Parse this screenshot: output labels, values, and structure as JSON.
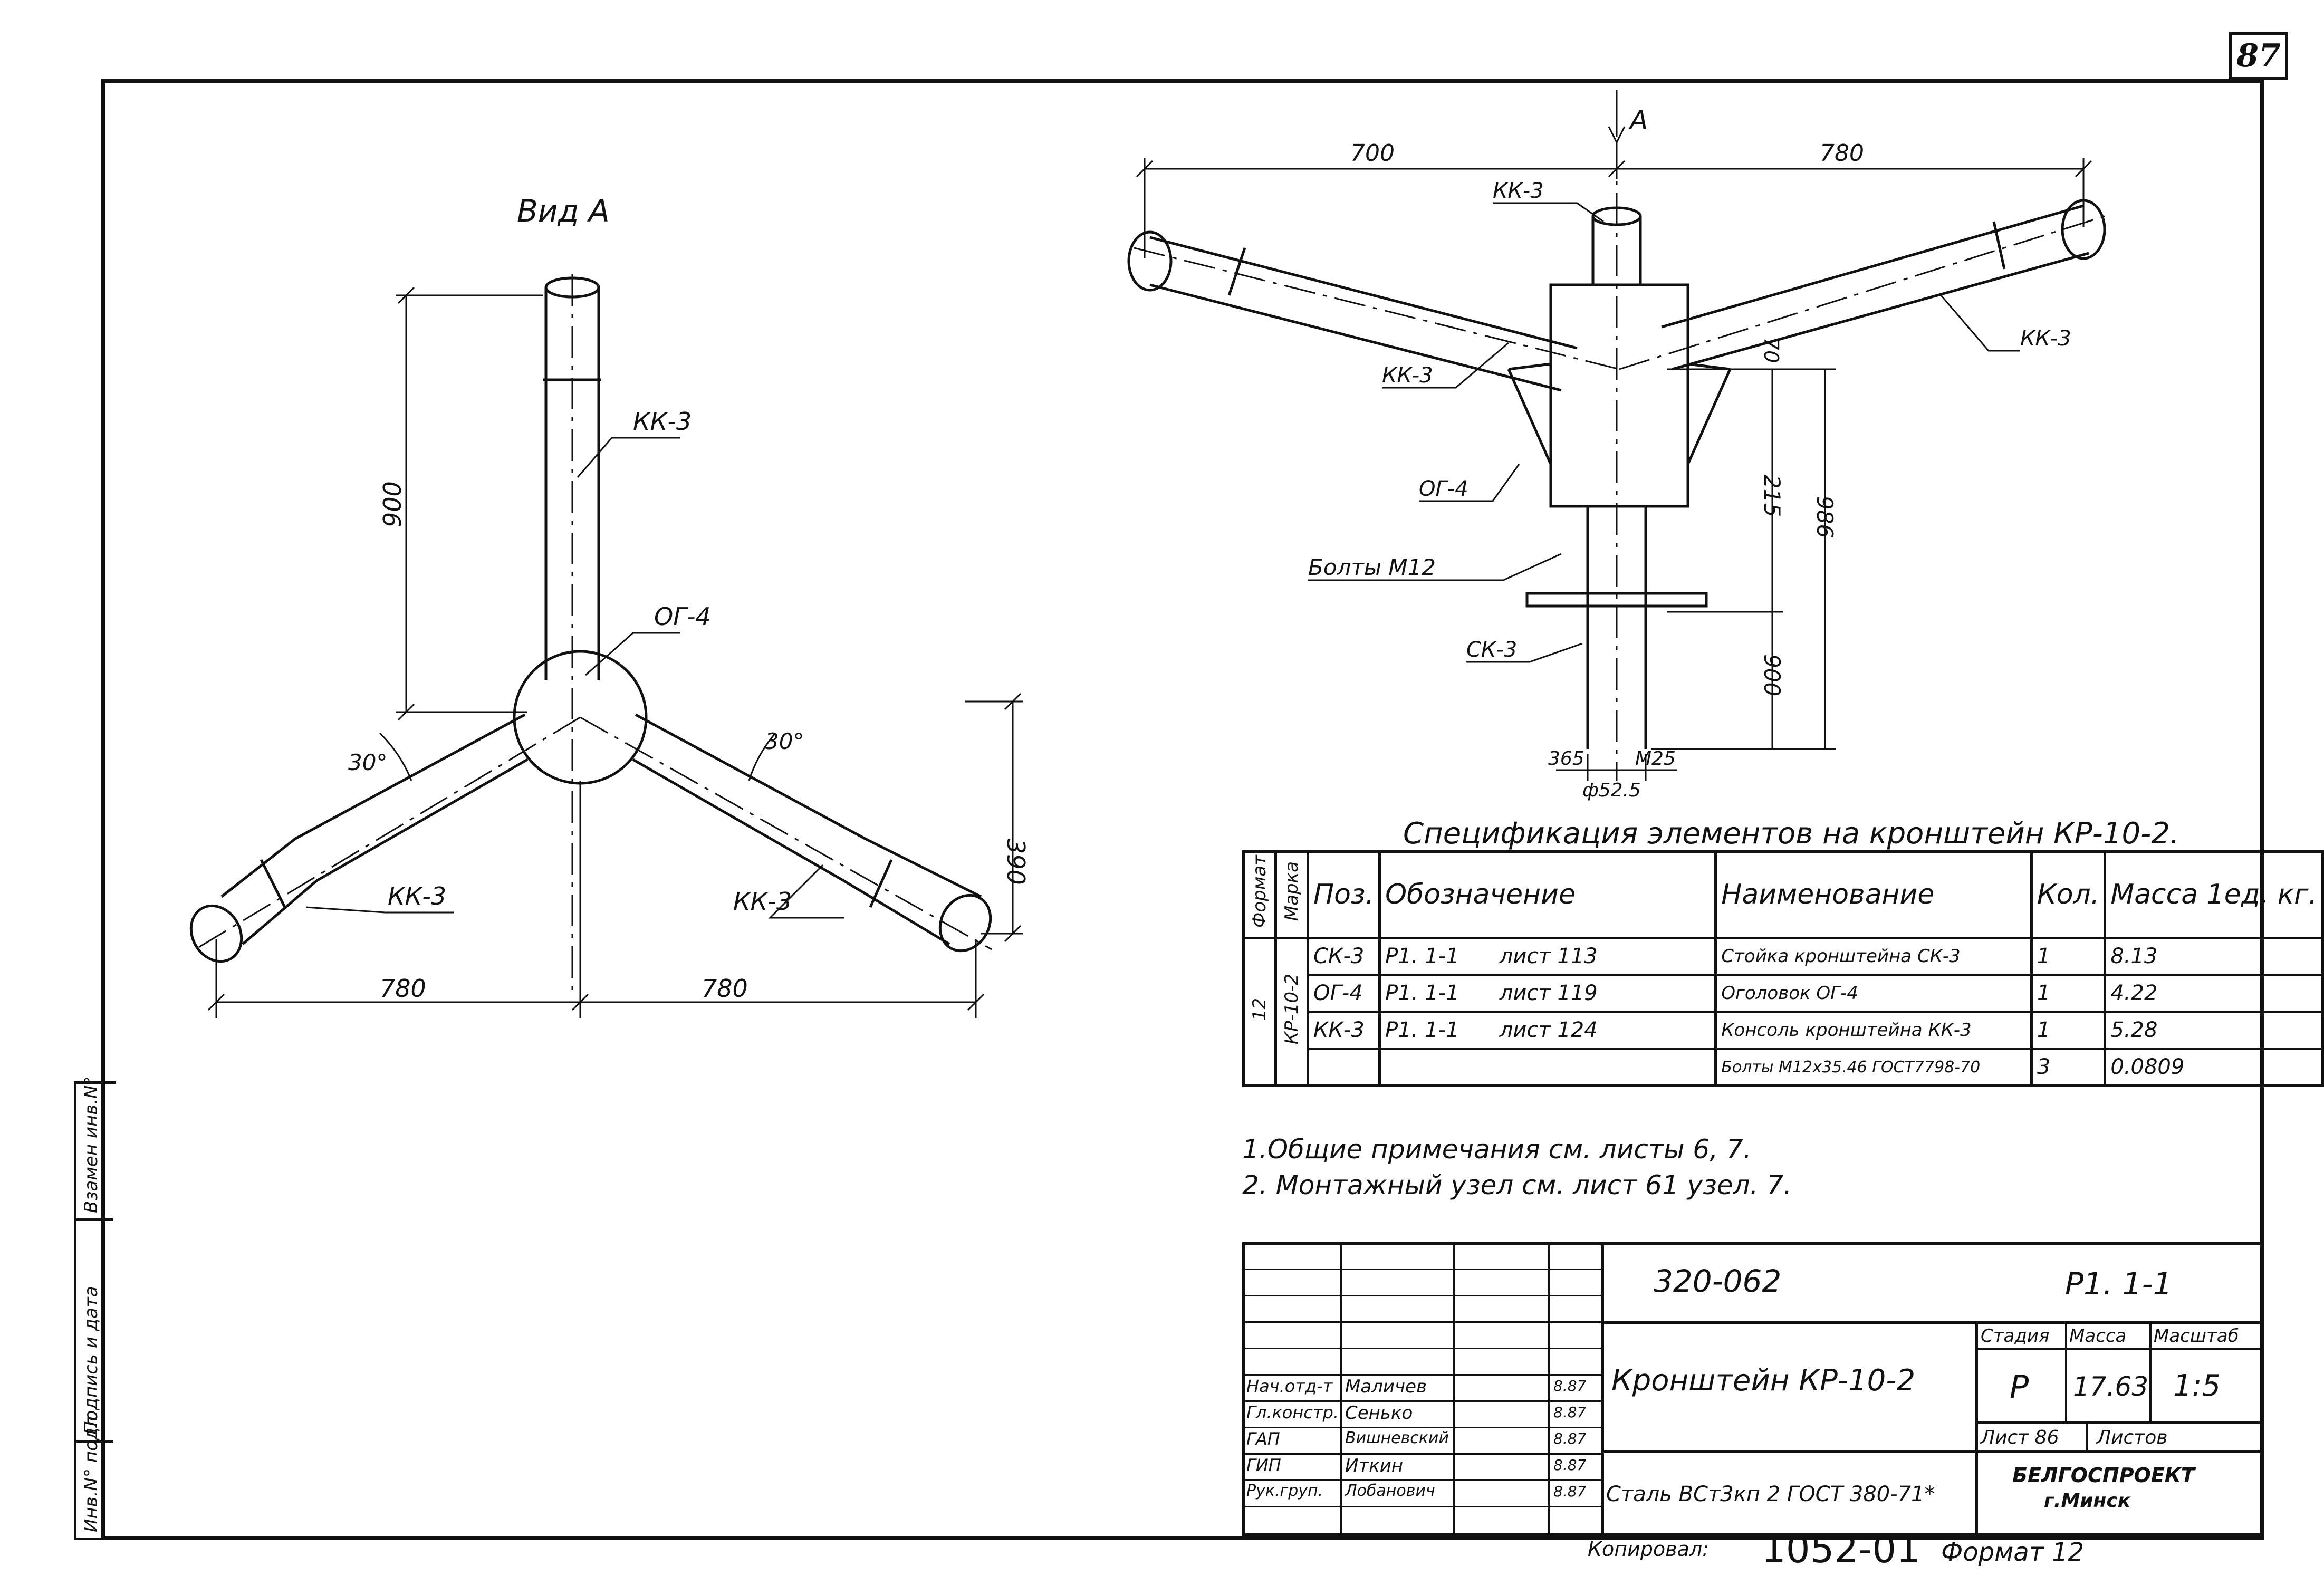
{
  "sheet_number": "87",
  "view_a": {
    "title": "Вид А",
    "labels": {
      "post": "КК-3",
      "head": "ОГ-4",
      "left_arm": "КК-3",
      "right_arm": "КК-3"
    },
    "dims": {
      "vertical": "900",
      "left_span": "780",
      "right_span": "780",
      "right_height": "390",
      "left_angle": "30°",
      "right_angle": "30°"
    }
  },
  "elevation": {
    "view_marker": "А",
    "labels": {
      "top": "КК-3",
      "left_arm": "КК-3",
      "right_arm": "КК-3",
      "head": "ОГ-4",
      "bolts": "Болты М12",
      "post": "СК-3"
    },
    "dims": {
      "left_span": "700",
      "right_span": "780",
      "d70": "70",
      "d215": "215",
      "d986": "986",
      "d900": "900",
      "d365": "365",
      "d25": "М25",
      "d525": "ф52.5"
    }
  },
  "spec": {
    "title": "Спецификация элементов на кронштейн КР-10-2.",
    "headers": {
      "format": "Формат",
      "mark": "Марка",
      "pos": "Поз.",
      "designation": "Обозначение",
      "name": "Наименование",
      "qty": "Кол.",
      "mass": "Масса 1ед, кг."
    },
    "format": "12",
    "mark": "КР-10-2",
    "rows": [
      {
        "pos": "СК-3",
        "doc": "Р1. 1-1",
        "sheet": "лист 113",
        "name": "Стойка кронштейна СК-3",
        "qty": "1",
        "mass": "8.13"
      },
      {
        "pos": "ОГ-4",
        "doc": "Р1. 1-1",
        "sheet": "лист 119",
        "name": "Оголовок ОГ-4",
        "qty": "1",
        "mass": "4.22"
      },
      {
        "pos": "КК-3",
        "doc": "Р1. 1-1",
        "sheet": "лист 124",
        "name": "Консоль кронштейна КК-3",
        "qty": "1",
        "mass": "5.28"
      },
      {
        "pos": "",
        "doc": "",
        "sheet": "",
        "name": "Болты М12х35.46 ГОСТ7798-70",
        "qty": "3",
        "mass": "0.0809"
      }
    ]
  },
  "notes": [
    "1.Общие примечания см. листы 6, 7.",
    "2. Монтажный узел см. лист 61 узел. 7."
  ],
  "stamp": {
    "doc_number": "320-062",
    "series": "Р1. 1-1",
    "title": "Кронштейн КР-10-2",
    "material": "Сталь ВСт3кп 2 ГОСТ 380-71*",
    "stage_label": "Стадия",
    "mass_label": "Масса",
    "scale_label": "Масштаб",
    "stage": "Р",
    "mass": "17.63",
    "scale": "1:5",
    "sheet_label": "Лист 86",
    "sheets_label": "Листов",
    "org": "БЕЛГОСПРОЕКТ",
    "city": "г.Минск",
    "people": [
      {
        "role": "Нач.отд-т",
        "name": "Маличев",
        "date": "8.87"
      },
      {
        "role": "Гл.констр.",
        "name": "Сенько",
        "date": "8.87"
      },
      {
        "role": "ГАП",
        "name": "Вишневский",
        "date": "8.87"
      },
      {
        "role": "ГИП",
        "name": "Иткин",
        "date": "8.87"
      },
      {
        "role": "Рук.груп.",
        "name": "Лобанович",
        "date": "8.87"
      }
    ]
  },
  "binding": {
    "inv": "Инв.N° подл.",
    "sign": "Подпись и дата",
    "replace": "Взамен инв.N°"
  },
  "footer": {
    "copied": "Копировал:",
    "number": "1052-01",
    "format": "Формат 12"
  }
}
